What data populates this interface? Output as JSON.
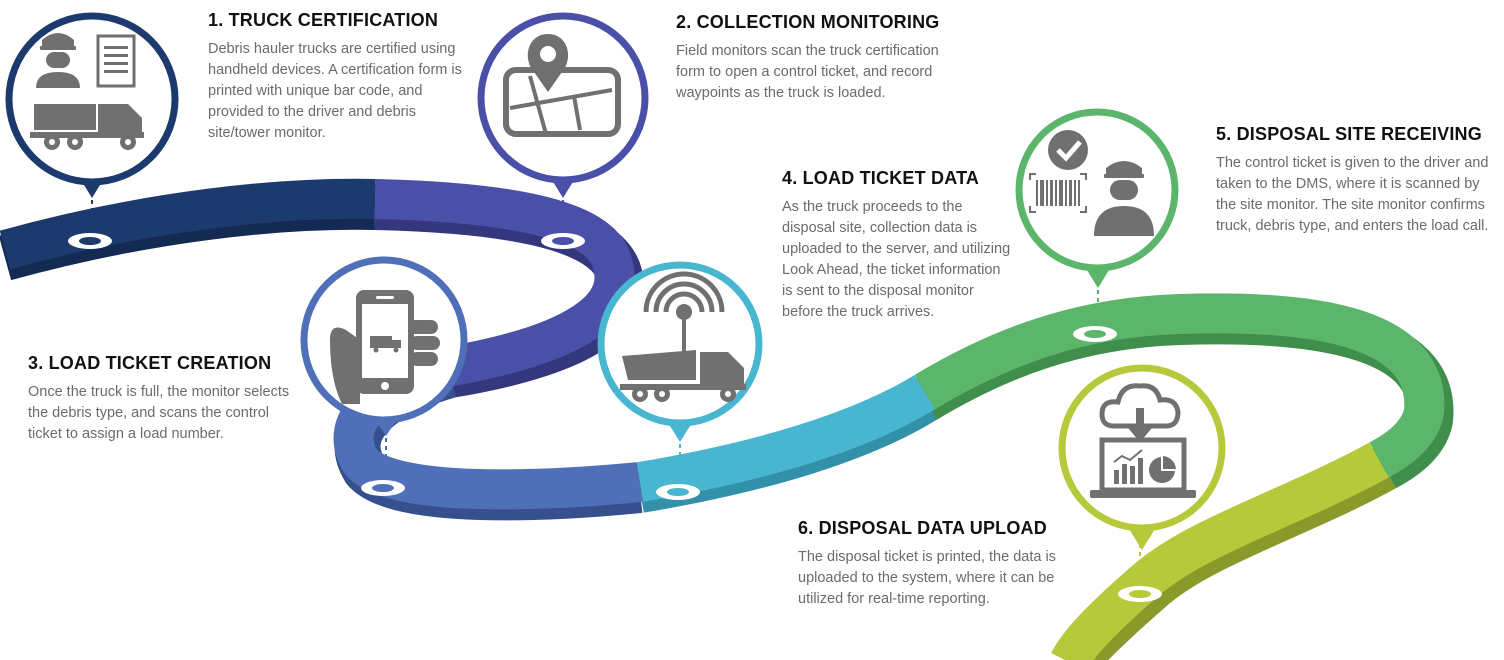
{
  "colors": {
    "blue_dark": "#1d3a6e",
    "purple": "#4a4fa8",
    "blue_mid": "#4f6fb8",
    "cyan": "#48b5d1",
    "green": "#5bb56a",
    "lime": "#b6c93b",
    "icon_gray": "#707070",
    "text_gray": "#6b6b6b"
  },
  "steps": [
    {
      "id": "1",
      "title": "1. TRUCK CERTIFICATION",
      "body": "Debris hauler trucks are certified using handheld devices. A certification form is printed with unique bar code, and provided to the driver and debris site/tower monitor.",
      "icon": "worker-document-truck-icon",
      "color": "#1d3a6e"
    },
    {
      "id": "2",
      "title": "2. COLLECTION MONITORING",
      "body": "Field monitors scan the truck certification form to open a control ticket, and record waypoints as the truck is loaded.",
      "icon": "map-pin-icon",
      "color": "#4a4fa8"
    },
    {
      "id": "3",
      "title": "3. LOAD TICKET CREATION",
      "body": "Once the truck is full, the monitor selects the debris type, and scans the control ticket to assign a load number.",
      "icon": "hand-phone-icon",
      "color": "#4f6fb8"
    },
    {
      "id": "4",
      "title": "4. LOAD TICKET DATA",
      "body": "As the truck proceeds to the disposal site, collection data is uploaded to the server, and utilizing Look Ahead, the ticket information is sent to the disposal monitor before the truck arrives.",
      "icon": "signal-truck-icon",
      "color": "#48b5d1"
    },
    {
      "id": "5",
      "title": "5. DISPOSAL SITE RECEIVING",
      "body": "The control ticket is given to the driver and taken to the DMS, where it is scanned by the site monitor. The site monitor confirms truck, debris type, and enters the load call.",
      "icon": "barcode-check-worker-icon",
      "color": "#5bb56a"
    },
    {
      "id": "6",
      "title": "6. DISPOSAL DATA UPLOAD",
      "body": "The disposal ticket is printed, the data is uploaded to the system, where it can be utilized for real-time reporting.",
      "icon": "cloud-laptop-chart-icon",
      "color": "#b6c93b"
    }
  ]
}
